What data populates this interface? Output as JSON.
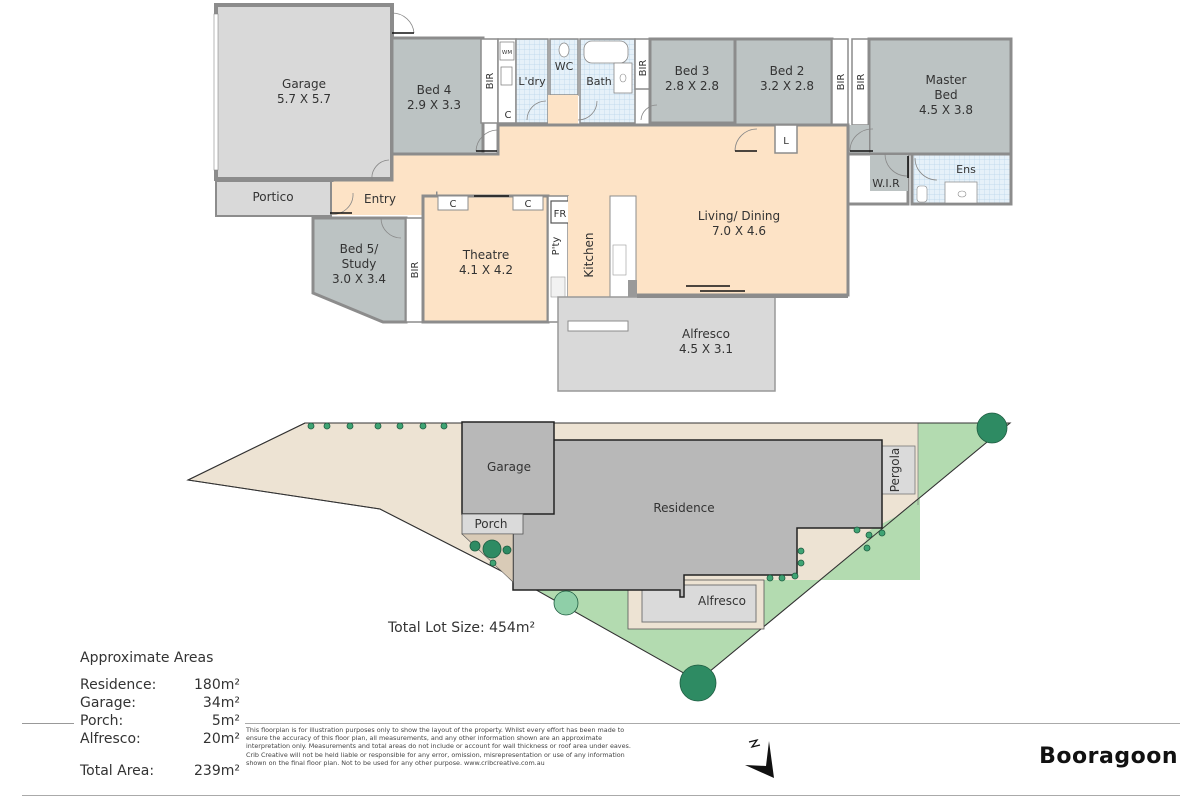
{
  "floorplan": {
    "rooms": [
      {
        "name": "Garage",
        "size": "5.7 X 5.7"
      },
      {
        "name": "Bed 4",
        "size": "2.9 X 3.3"
      },
      {
        "name": "L'dry",
        "size": ""
      },
      {
        "name": "WC",
        "size": ""
      },
      {
        "name": "Bath",
        "size": ""
      },
      {
        "name": "Bed 3",
        "size": "2.8 X 2.8"
      },
      {
        "name": "Bed 2",
        "size": "3.2 X 2.8"
      },
      {
        "name": "Master Bed",
        "line1": "Master",
        "line2": "Bed",
        "size": "4.5 X 3.8"
      },
      {
        "name": "Portico",
        "size": ""
      },
      {
        "name": "Entry",
        "size": ""
      },
      {
        "name": "Bed 5/ Study",
        "line1": "Bed 5/",
        "line2": "Study",
        "size": "3.0 X 3.4"
      },
      {
        "name": "Theatre",
        "size": "4.1 X 4.2"
      },
      {
        "name": "Kitchen",
        "size": ""
      },
      {
        "name": "Living/ Dining",
        "size": "7.0 X 4.6"
      },
      {
        "name": "Alfresco",
        "size": "4.5 X 3.1"
      },
      {
        "name": "W.I.R",
        "size": ""
      },
      {
        "name": "Ens",
        "size": ""
      }
    ],
    "fixtures": {
      "bir": "BIR",
      "cupboard": "C",
      "washing_machine": "WM",
      "fridge": "FR",
      "pantry": "P'ty",
      "linen": "L"
    }
  },
  "siteplan": {
    "labels": {
      "garage": "Garage",
      "porch": "Porch",
      "residence": "Residence",
      "pergola": "Pergola",
      "alfresco": "Alfresco"
    },
    "total_lot_size": "Total Lot Size: 454m²"
  },
  "areas": {
    "title": "Approximate Areas",
    "items": [
      {
        "label": "Residence:",
        "value": "180m²"
      },
      {
        "label": "Garage:",
        "value": "34m²"
      },
      {
        "label": "Porch:",
        "value": "5m²"
      },
      {
        "label": "Alfresco:",
        "value": "20m²"
      }
    ],
    "total": {
      "label": "Total Area:",
      "value": "239m²"
    }
  },
  "disclaimer": "This floorplan is for illustration purposes only to show the layout of the property. Whilst every effort has been made to ensure the accuracy of this floor plan, all measurements, and any other information shown are an approximate interpretation only. Measurements and total areas do not include or account for wall thickness or roof area under eaves. Crib Creative will not be held liable or responsible for any error, omission, misrepresentation or use of any information shown on the final floor plan. Not to be used for any other purpose. www.cribcreative.com.au",
  "north_arrow": {
    "label": "N",
    "icon": "north-arrow-icon"
  },
  "suburb": "Booragoon",
  "colors": {
    "living": "#fde3c6",
    "bedroom": "#bcc3c3",
    "garage": "#d9d9d9",
    "wet_area": "#dfeef8",
    "wall": "#8c8c8c",
    "lawn": "#b3dbb0",
    "paving": "#ede3d3",
    "building": "#b8b8b8",
    "tree": "#2e8b63"
  }
}
